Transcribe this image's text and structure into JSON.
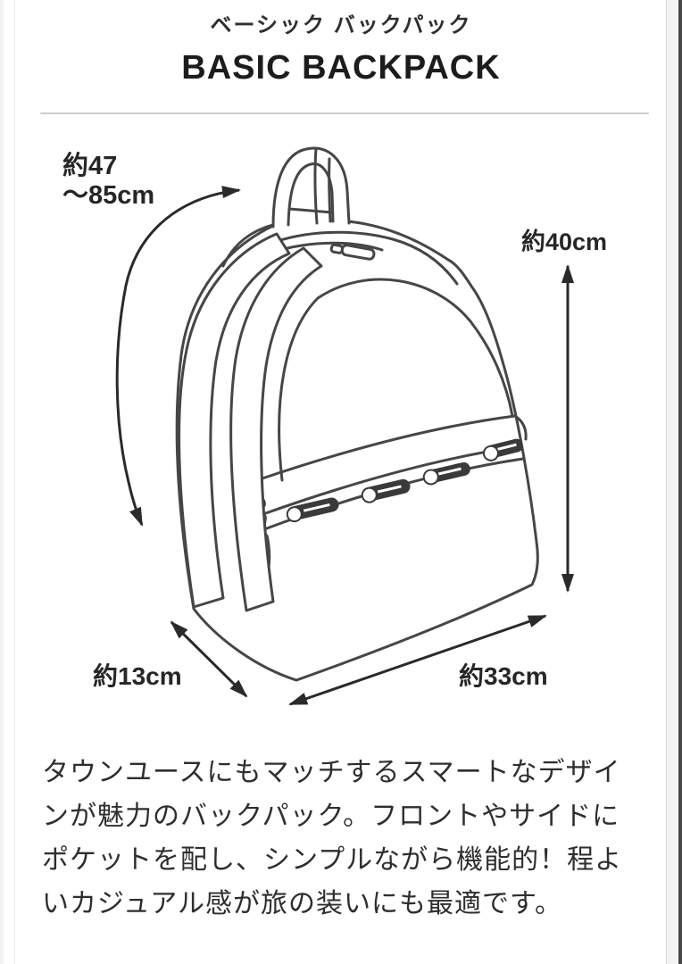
{
  "header": {
    "subtitle_jp": "ベーシック バックパック",
    "title_en": "BASIC BACKPACK"
  },
  "diagram": {
    "measurements": {
      "strap_line1": "約47",
      "strap_line2": "〜85cm",
      "height": "約40cm",
      "depth": "約13cm",
      "width": "約33cm"
    }
  },
  "description": "タウンユースにもマッチするスマートなデザインが魅力のバックパック。フロントやサイドにポケットを配し、シンプルながら機能的！程よいカジュアル感が旅の装いにも最適です。",
  "colors": {
    "line_art": "#464646",
    "arrow": "#2a2a2a",
    "divider": "#cdcdcd",
    "scroll_track": "#f3f3f3",
    "scroll_thumb": "#474747"
  }
}
